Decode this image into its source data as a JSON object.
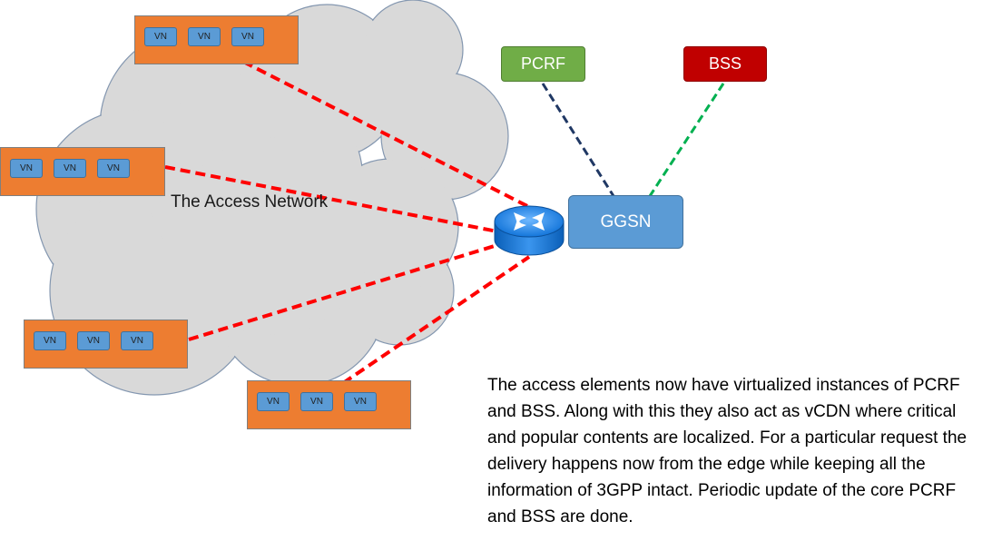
{
  "cloud": {
    "label": "The Access Network",
    "fill": "#d9d9d9"
  },
  "access_elements": [
    {
      "vn": [
        "VN",
        "VN",
        "VN"
      ]
    },
    {
      "vn": [
        "VN",
        "VN",
        "VN"
      ]
    },
    {
      "vn": [
        "VN",
        "VN",
        "VN"
      ]
    },
    {
      "vn": [
        "VN",
        "VN",
        "VN"
      ]
    }
  ],
  "nodes": {
    "pcrf": {
      "label": "PCRF",
      "color": "#70ad47"
    },
    "bss": {
      "label": "BSS",
      "color": "#c00000"
    },
    "ggsn": {
      "label": "GGSN",
      "color": "#5b9bd5"
    },
    "router": {
      "icon": "router-icon",
      "color": "#1e88e5"
    }
  },
  "links": {
    "access_color": "#ff0000",
    "pcrf_color": "#203864",
    "bss_color": "#00b050"
  },
  "caption": "The access elements now have virtualized instances of PCRF and BSS. Along with this they also act as vCDN where critical and popular contents are localized. For a particular request the delivery happens now from the edge while keeping all the information of 3GPP intact. Periodic update of the core PCRF and BSS are done."
}
